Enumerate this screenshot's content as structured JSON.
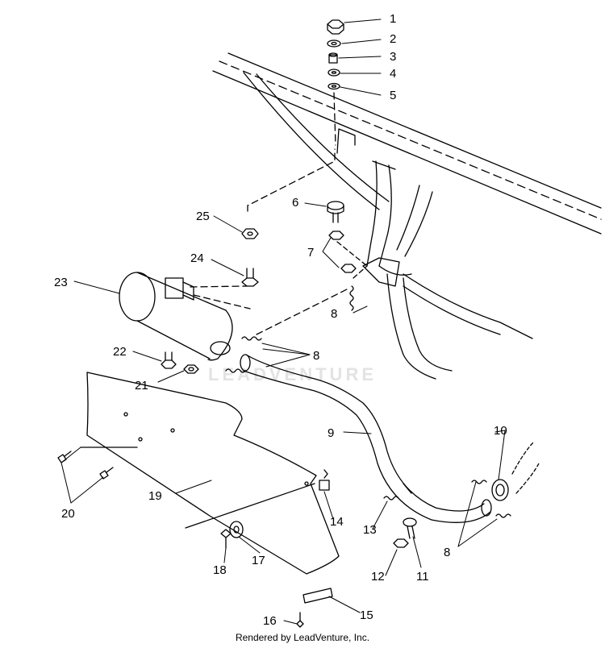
{
  "watermark": "LEADVENTURE",
  "footer": "Rendered by LeadVenture, Inc.",
  "callouts": {
    "c1": "1",
    "c2": "2",
    "c3": "3",
    "c4": "4",
    "c5": "5",
    "c6": "6",
    "c7": "7",
    "c8a": "8",
    "c8b": "8",
    "c8c": "8",
    "c9": "9",
    "c10": "10",
    "c11": "11",
    "c12": "12",
    "c13": "13",
    "c14": "14",
    "c15": "15",
    "c16": "16",
    "c17": "17",
    "c18": "18",
    "c19": "19",
    "c20": "20",
    "c21": "21",
    "c22": "22",
    "c23": "23",
    "c24": "24",
    "c25": "25"
  }
}
